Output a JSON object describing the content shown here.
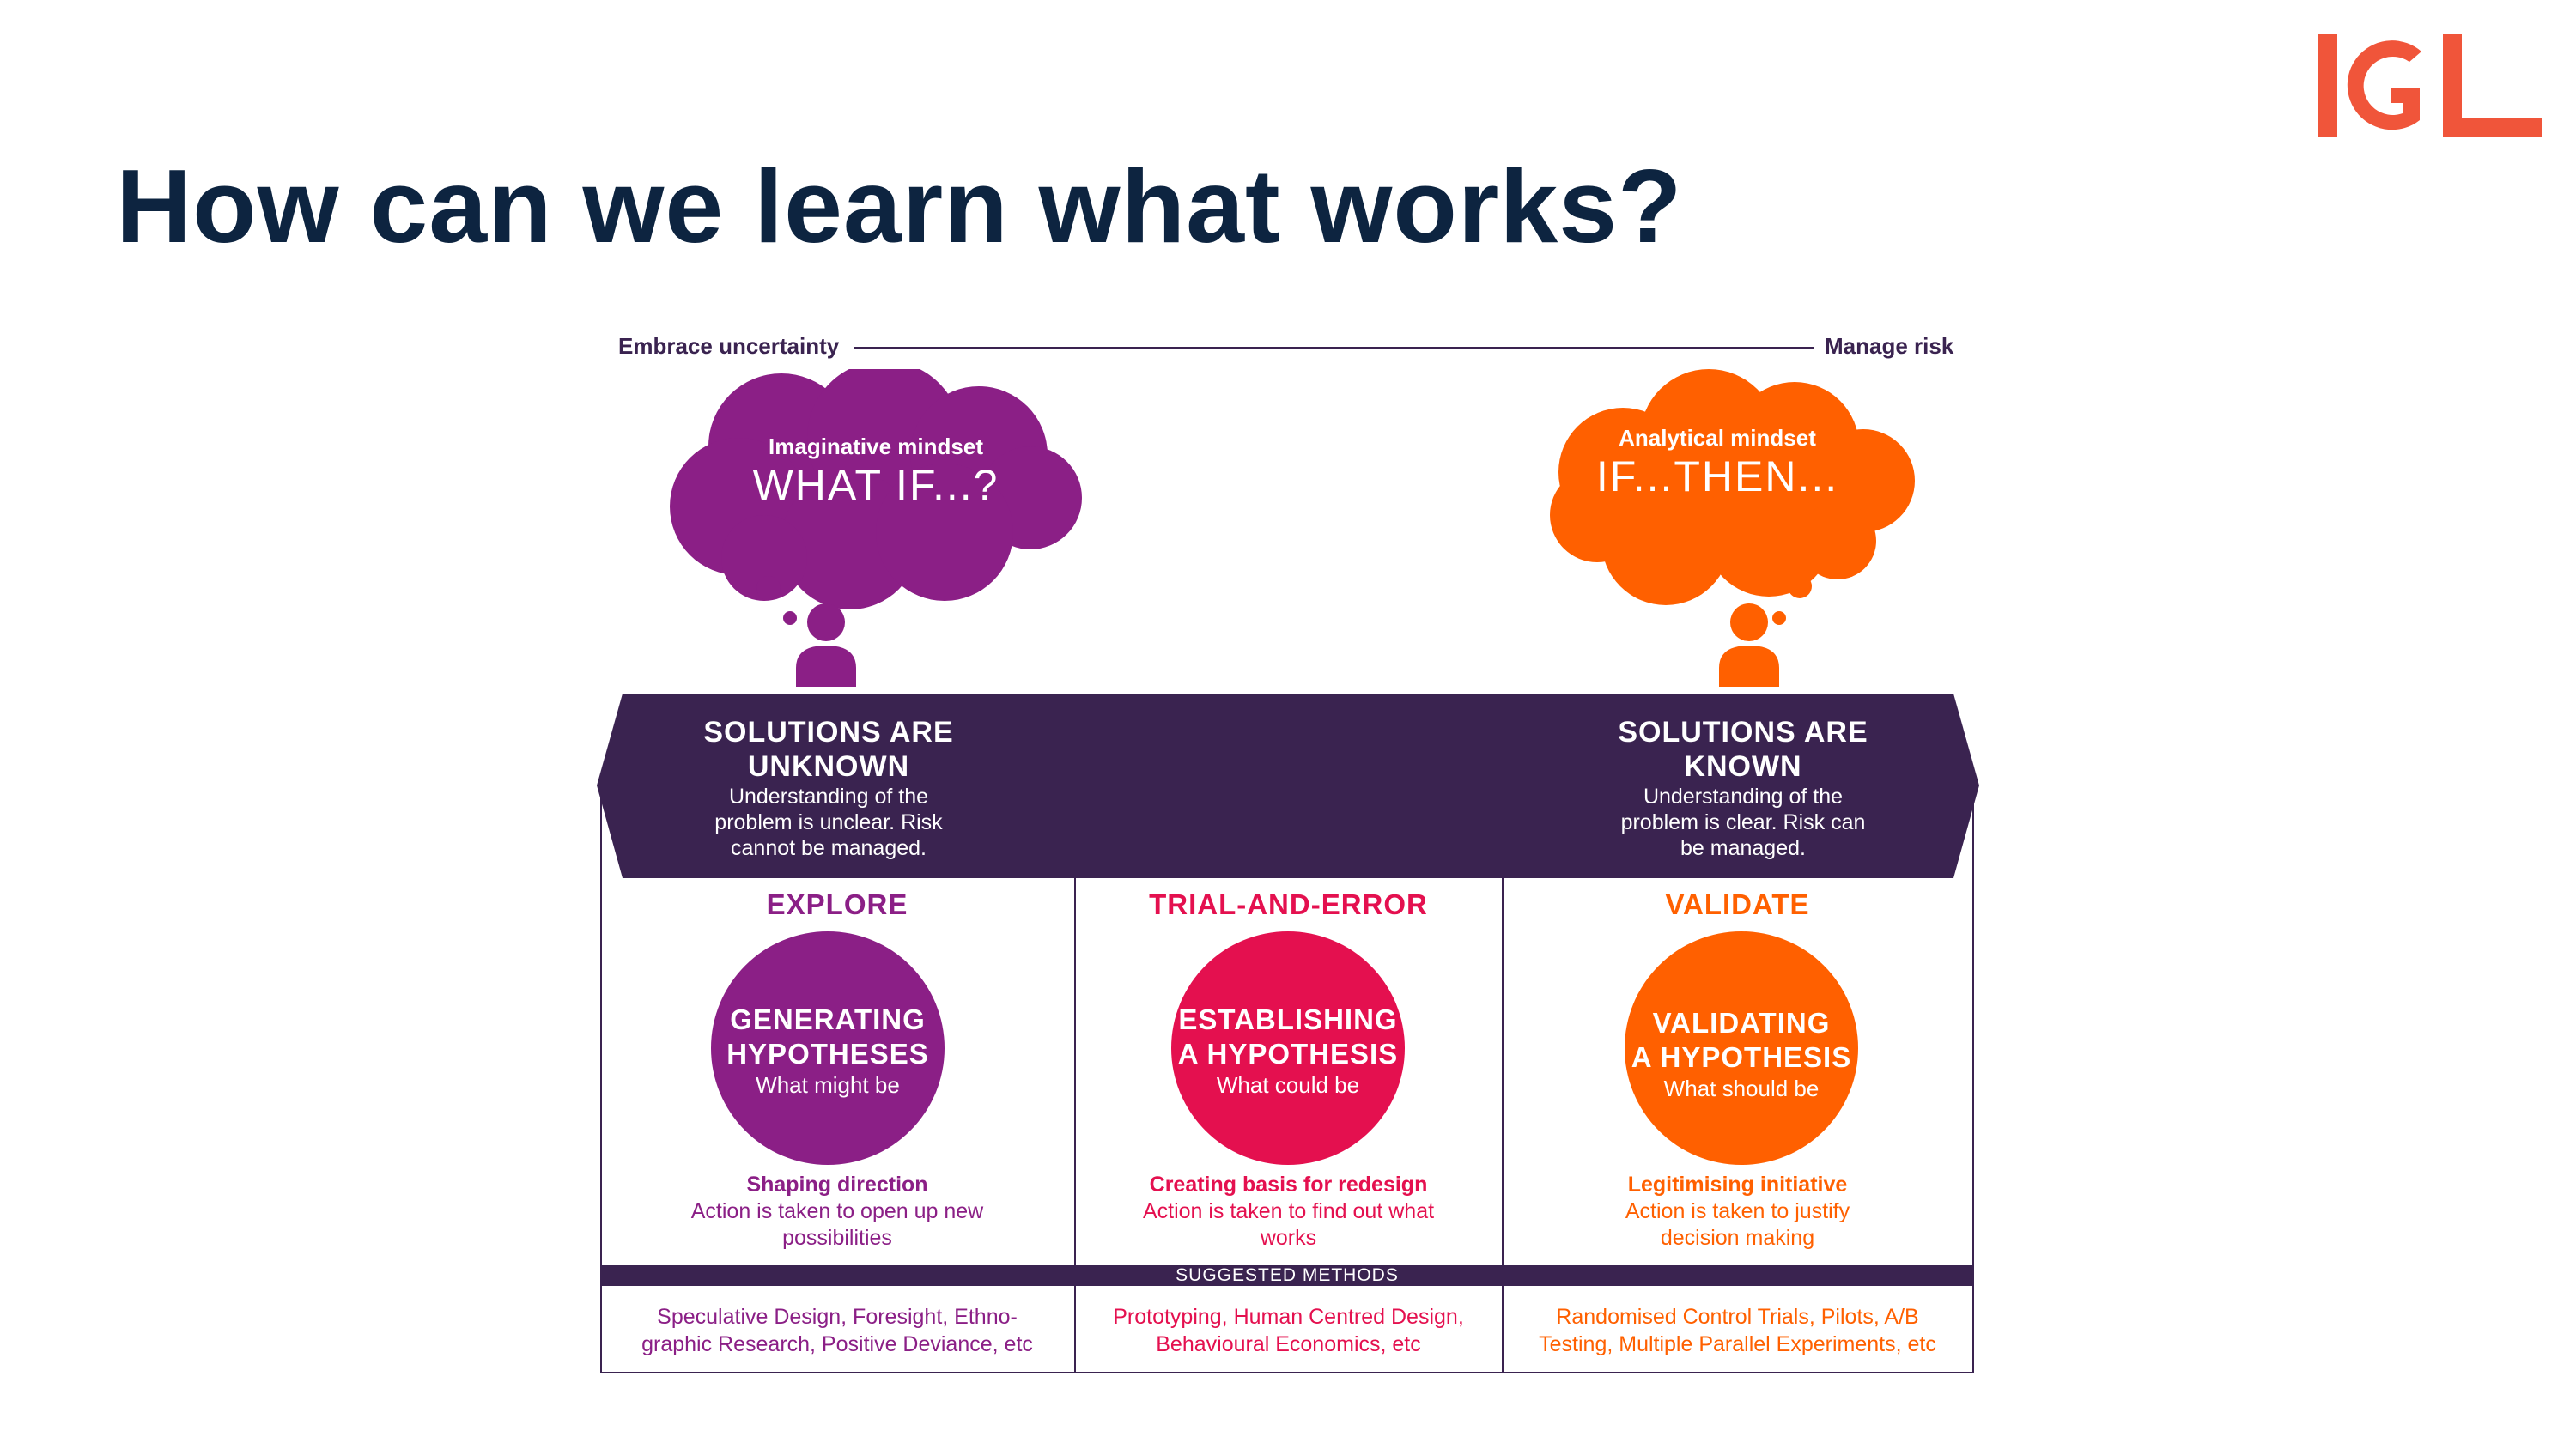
{
  "slide": {
    "title": "How can we learn what works?"
  },
  "logo": {
    "text": "IGL",
    "color": "#f0553a"
  },
  "spectrum": {
    "left_label": "Embrace uncertainty",
    "right_label": "Manage risk"
  },
  "colors": {
    "purple": "#8b1f86",
    "magenta": "#e4104f",
    "orange": "#ff6000",
    "dark": "#3a2350",
    "navy": "#0d2440"
  },
  "mindsets": [
    {
      "label": "Imaginative mindset",
      "phrase": "WHAT IF...?",
      "color": "#8b1f86",
      "icon": "person-icon",
      "cloud": "thought-cloud-icon"
    },
    {
      "label": "Analytical mindset",
      "phrase": "IF...THEN...",
      "color": "#ff6000",
      "icon": "person-icon",
      "cloud": "thought-cloud-icon"
    }
  ],
  "banner": {
    "left": {
      "heading": "SOLUTIONS ARE\nUNKNOWN",
      "body": "Understanding of the\nproblem is unclear. Risk\ncannot be managed."
    },
    "right": {
      "heading": "SOLUTIONS ARE\nKNOWN",
      "body": "Understanding of the\nproblem is clear. Risk can\nbe managed."
    }
  },
  "columns": [
    {
      "heading": "EXPLORE",
      "color": "#8b1f86",
      "circle_title": "GENERATING\nHYPOTHESES",
      "circle_subtitle": "What might be",
      "outcome_title": "Shaping direction",
      "outcome_body": "Action is taken to open up new\npossibilities",
      "methods": "Speculative Design, Foresight, Ethno-\ngraphic Research, Positive Deviance, etc"
    },
    {
      "heading": "TRIAL-AND-ERROR",
      "color": "#e4104f",
      "circle_title": "ESTABLISHING\nA HYPOTHESIS",
      "circle_subtitle": "What could be",
      "outcome_title": "Creating basis for redesign",
      "outcome_body": "Action is taken to find out what\nworks",
      "methods": "Prototyping, Human Centred Design,\nBehavioural Economics, etc"
    },
    {
      "heading": "VALIDATE",
      "color": "#ff6000",
      "circle_title": "VALIDATING\nA HYPOTHESIS",
      "circle_subtitle": "What should be",
      "outcome_title": "Legitimising initiative",
      "outcome_body": "Action is taken to justify\ndecision making",
      "methods": "Randomised Control Trials, Pilots, A/B\nTesting, Multiple Parallel Experiments, etc"
    }
  ],
  "methods_label": "SUGGESTED METHODS"
}
